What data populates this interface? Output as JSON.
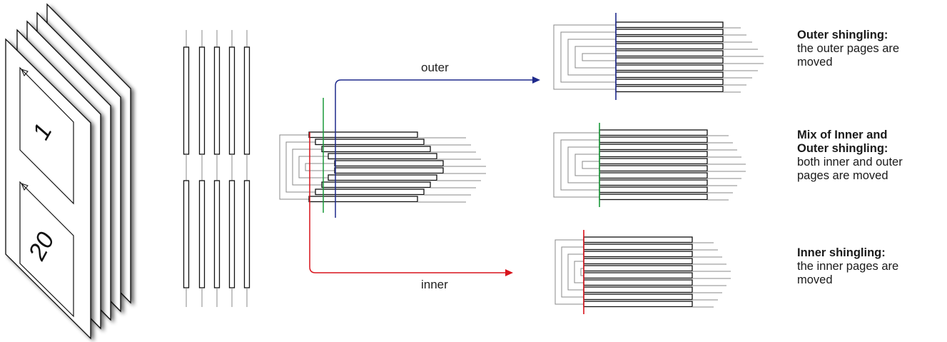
{
  "pages": {
    "front_number": "1",
    "back_number": "20"
  },
  "arrows": {
    "outer_label": "outer",
    "inner_label": "inner"
  },
  "descriptions": [
    {
      "title_lines": [
        "Outer shingling:"
      ],
      "body_lines": [
        "the outer pages are",
        "moved"
      ]
    },
    {
      "title_lines": [
        "Mix of Inner and",
        "Outer shingling:"
      ],
      "body_lines": [
        "both inner and outer",
        "pages are moved"
      ]
    },
    {
      "title_lines": [
        "Inner shingling:"
      ],
      "body_lines": [
        "the inner pages are",
        "moved"
      ]
    }
  ],
  "colors": {
    "outer": "#1f2a8c",
    "inner": "#d8141c",
    "mix": "#1a9a3a",
    "wire": "#888888",
    "sheet": "#111111"
  }
}
